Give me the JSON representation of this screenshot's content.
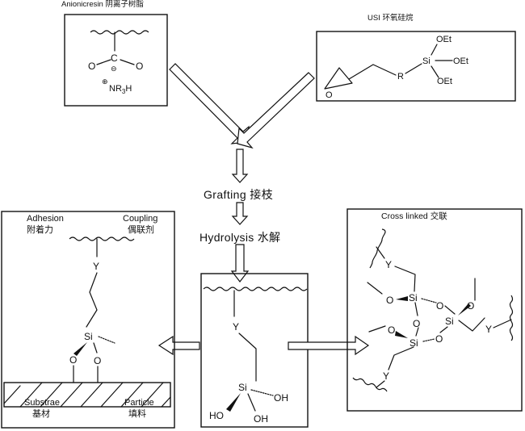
{
  "top_labels": {
    "anionic_resin": "Anionicresin 阴离子树脂",
    "usi_silane": "USI 环氧硅烷"
  },
  "resin_box": {
    "carbon": "C",
    "oxygen_left": "O",
    "oxygen_right": "O",
    "minus_sign": "⊖",
    "plus_sign": "⊕",
    "amine": "NR",
    "amine_sub": "3",
    "amine_h": "H"
  },
  "silane_box": {
    "si": "Si",
    "r_group": "R",
    "oet_top": "OEt",
    "oet_right": "OEt",
    "oet_bottom": "OEt",
    "epoxide_o": "O"
  },
  "steps": {
    "grafting": "Grafting 接枝",
    "hydrolysis": "Hydrolysis 水解"
  },
  "center_box": {
    "y": "Y",
    "si": "Si",
    "oh_right": "OH",
    "oh_left": "HO",
    "oh_bottom": "OH"
  },
  "left_box": {
    "adhesion_en": "Adhesion",
    "adhesion_zh": "附着力",
    "coupling_en": "Coupling",
    "coupling_zh": "偶联剂",
    "y": "Y",
    "si": "Si",
    "o_left": "O",
    "o_right": "O",
    "substrate_en": "Substrae",
    "substrate_zh": "基材",
    "particle_en": "Particle",
    "particle_zh": "填料"
  },
  "right_box": {
    "title": "Cross linked 交联",
    "y_top": "Y",
    "y_right": "Y",
    "y_bottom": "Y",
    "si_top": "Si",
    "si_right": "Si",
    "si_bottom": "Si",
    "o_labels": [
      "O",
      "O",
      "O",
      "O",
      "O",
      "O"
    ]
  }
}
